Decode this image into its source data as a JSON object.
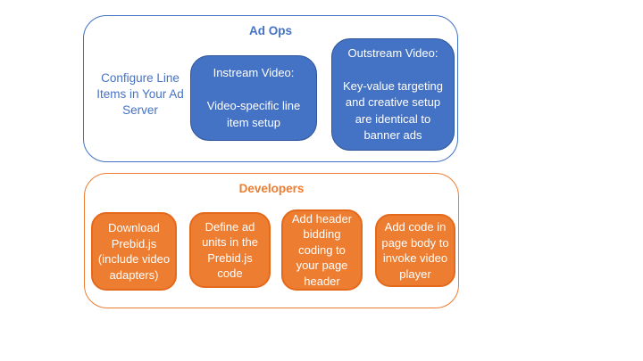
{
  "colors": {
    "blue_fill": "#4472C4",
    "blue_border": "#2F5597",
    "blue_text": "#4472C4",
    "orange_fill": "#ED7D31",
    "orange_border": "#E5691B",
    "orange_text": "#ED7D31",
    "box_text": "#FFFFFF",
    "background": "#FFFFFF"
  },
  "ad_ops": {
    "title": "Ad Ops",
    "side_note": "Configure Line\nItems in Your Ad\nServer",
    "instream_box": "Instream Video:\n\nVideo-specific line\nitem setup",
    "outstream_box": "Outstream Video:\n\nKey-value targeting\nand creative setup\nare identical to\nbanner ads"
  },
  "developers": {
    "title": "Developers",
    "box_1": "Download\nPrebid.js\n(include video\nadapters)",
    "box_2": "Define ad\nunits in the\nPrebid.js\ncode",
    "box_3": "Add header\nbidding\ncoding to\nyour page\nheader",
    "box_4": "Add code in\npage body to\ninvoke video\nplayer"
  }
}
